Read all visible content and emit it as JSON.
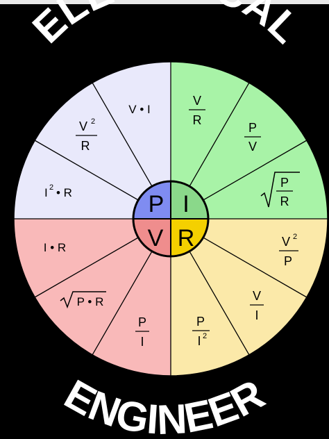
{
  "poster": {
    "title_top": "ELECTRICAL",
    "title_bottom": "ENGINEER"
  },
  "center": {
    "letters": {
      "P": "P",
      "I": "I",
      "V": "V",
      "R": "R"
    }
  },
  "quadrants": {
    "power": {
      "letter": "P",
      "color": "#e9e9fb",
      "center_color": "#7f8cf1"
    },
    "current": {
      "letter": "I",
      "color": "#a8f3a7",
      "center_color": "#8ad88a"
    },
    "resistance": {
      "letter": "R",
      "color": "#fbe9a9",
      "center_color": "#f4d000"
    },
    "voltage": {
      "letter": "V",
      "color": "#f9b9b9",
      "center_color": "#ef8d8d"
    }
  },
  "formulas": {
    "p_vi": "V • I",
    "p_v2_num": "V",
    "p_v2_sup": "2",
    "p_v2_den": "R",
    "p_i2r_base": "I",
    "p_i2r_sup": "2",
    "p_i2r_rest": "• R",
    "i_vr_num": "V",
    "i_vr_den": "R",
    "i_pv_num": "P",
    "i_pv_den": "V",
    "i_sqrt_num": "P",
    "i_sqrt_den": "R",
    "r_v2p_num": "V",
    "r_v2p_sup": "2",
    "r_v2p_den": "P",
    "r_vi_num": "V",
    "r_vi_den": "I",
    "r_pi2_num": "P",
    "r_pi2_den": "I",
    "r_pi2_sup": "2",
    "v_ir": "I • R",
    "v_sqrt": "P • R",
    "v_pi_num": "P",
    "v_pi_den": "I"
  }
}
